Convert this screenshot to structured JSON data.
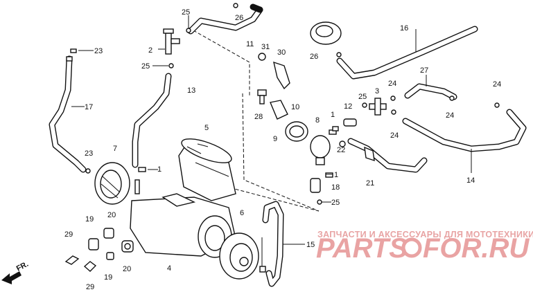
{
  "watermark": {
    "top": "ЗАПЧАСТИ И АКСЕССУАРЫ ДЛЯ МОТОТЕХНИКИ",
    "left": "PARTS",
    "right": "FOR.RU"
  },
  "direction_label": "FR.",
  "callouts": [
    "1",
    "2",
    "3",
    "4",
    "5",
    "6",
    "7",
    "8",
    "9",
    "10",
    "11",
    "12",
    "13",
    "14",
    "15",
    "16",
    "17",
    "18",
    "19",
    "20",
    "21",
    "22",
    "23",
    "24",
    "25",
    "26",
    "27",
    "28",
    "29",
    "30",
    "31"
  ],
  "colors": {
    "line": "#111111",
    "watermark": "#e9a3a3"
  }
}
